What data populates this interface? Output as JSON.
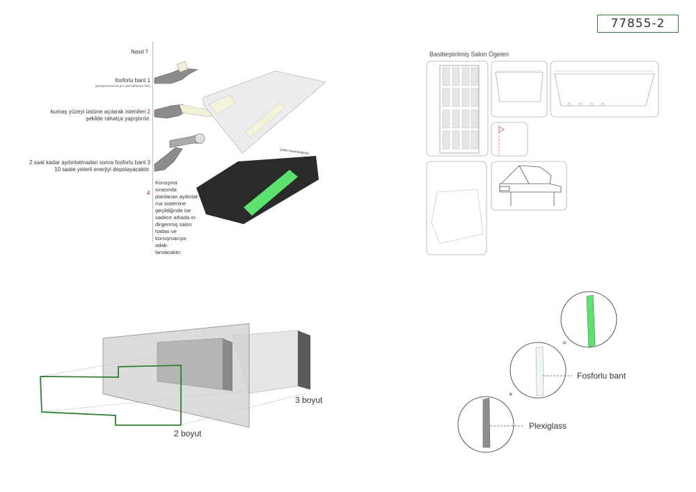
{
  "sheet_id": "77855-2",
  "how": {
    "title": "Nasıl ?",
    "steps": [
      {
        "text": "fosforlu bant",
        "num": "1",
        "subtext": "(phosphorescent pvc self adhesive film)"
      },
      {
        "line1": "kumaş yüzeyi üstüne açılarak istenilen",
        "num": "2",
        "line2": "şekilde rahatça yapıştırılır."
      },
      {
        "line1": "2 saat kadar aydınlatmadan sonra fosforlu bant",
        "num": "3",
        "line2": "10 saate yeterli enerjiyi depolayacaktır."
      },
      {
        "num": "4",
        "lines": [
          "Konuşma sırasında",
          "planlanan aydınlat-",
          "ma sistemine",
          "geçildiğinde ise",
          "sadece arkada in-",
          "dirgenmiş salon",
          "hatları ve",
          "konuşmacıya odak-",
          "lanılacaktır."
        ]
      }
    ],
    "dark_label": "Işıklar karartıldığında"
  },
  "salon": {
    "title": "Basitleştirilmiş Salon Ögeleri"
  },
  "dims": {
    "label_2d": "2 boyut",
    "label_3d": "3 boyut"
  },
  "layers": {
    "equals": "=",
    "plus": "+",
    "fosforlu": "Fosforlu bant",
    "plexi": "Plexiglass"
  },
  "colors": {
    "accent_green": "#2e7d32",
    "glow_green": "#5de26f",
    "dark_fabric": "#2a2a2a",
    "step_number": "#8a1c1c"
  }
}
